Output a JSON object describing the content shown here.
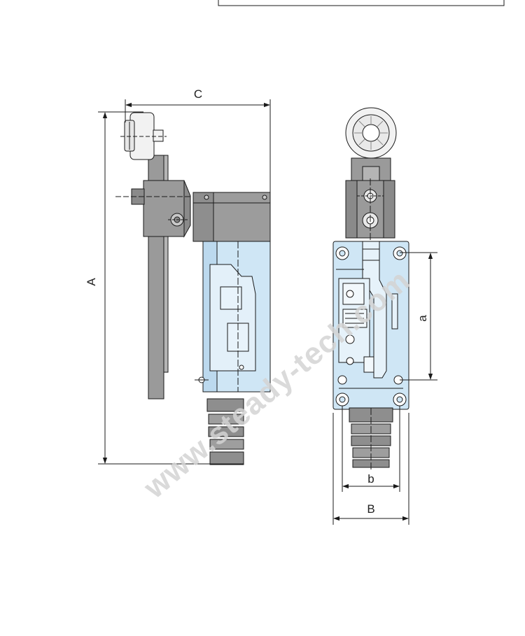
{
  "dimensions": {
    "A": "A",
    "B": "B",
    "C": "C",
    "a": "a",
    "b": "b"
  },
  "watermark": "www.steady-tech.com",
  "colors": {
    "body_blue": "#cfe6f5",
    "head_gray": "#8e8e8e",
    "lever_gray": "#9a9a9a",
    "line": "#1a1a1a",
    "watermark": "#d4d4d4"
  }
}
